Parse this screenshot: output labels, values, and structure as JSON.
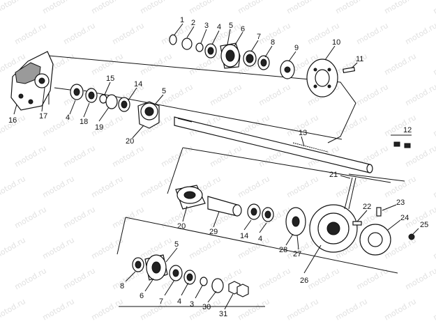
{
  "watermark": "motod.ru",
  "callouts": {
    "c1": "1",
    "c2": "2",
    "c3": "3",
    "c4": "4",
    "c5": "5",
    "c6": "6",
    "c7": "7",
    "c8": "8",
    "c9": "9",
    "c10": "10",
    "c11": "11",
    "c12": "12",
    "c13": "13",
    "c14": "14",
    "c15": "15",
    "c16": "16",
    "c17": "17",
    "c18": "18",
    "c19": "19",
    "c20": "20",
    "c21": "21",
    "c22": "22",
    "c23": "23",
    "c24": "24",
    "c25": "25",
    "c26": "26",
    "c27": "27",
    "c28": "28",
    "c29": "29",
    "c30": "30",
    "c31": "31"
  }
}
